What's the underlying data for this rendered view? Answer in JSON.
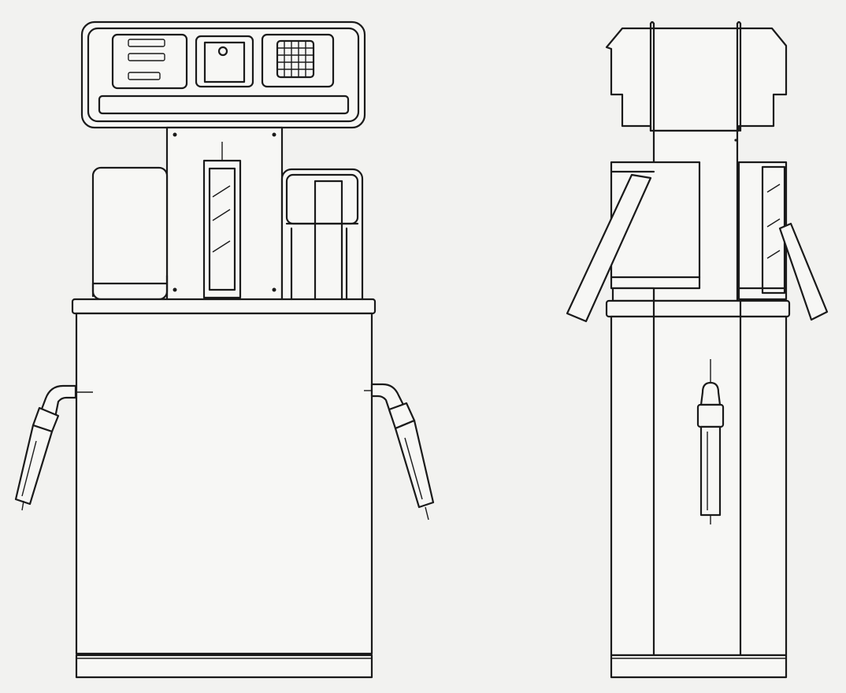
{
  "figure": {
    "views": [
      {
        "id": "front",
        "subject": "fuel-dispenser"
      },
      {
        "id": "side",
        "subject": "fuel-dispenser"
      }
    ],
    "colors": {
      "ink": "#1a1a1a",
      "paper": "#f2f2f0"
    }
  }
}
